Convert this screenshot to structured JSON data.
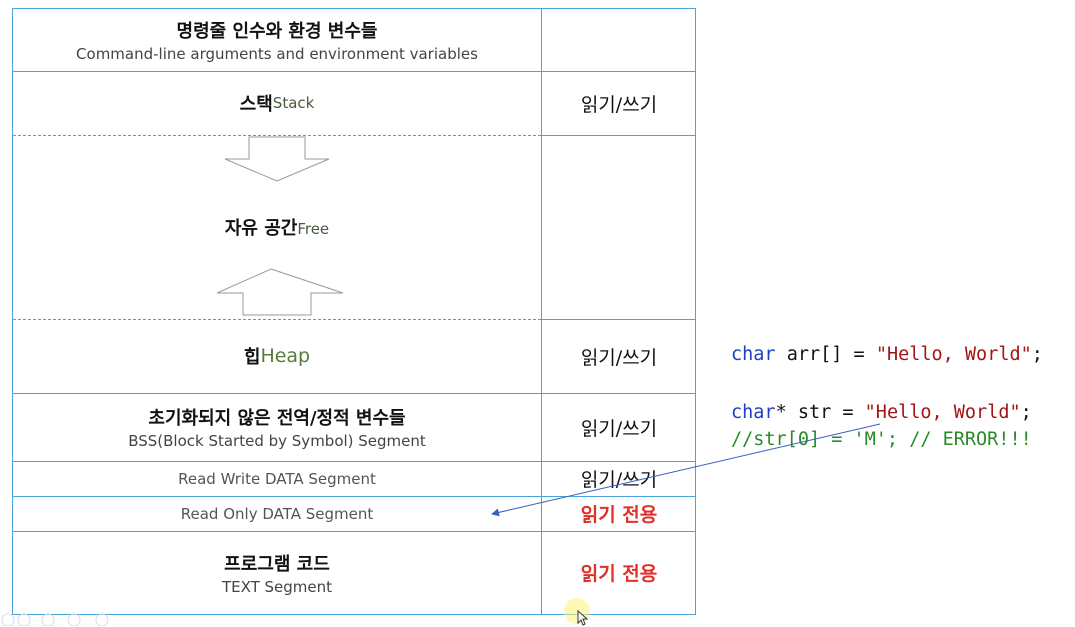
{
  "rows": {
    "cmdline": {
      "ko": "명령줄 인수와 환경 변수들",
      "en": "Command-line arguments and environment variables",
      "perm": ""
    },
    "stack": {
      "ko": "스택",
      "en": "Stack",
      "perm": "읽기/쓰기"
    },
    "free": {
      "ko": "자유 공간",
      "en": "Free",
      "perm": ""
    },
    "heap": {
      "ko": "힙",
      "en": "Heap",
      "perm": "읽기/쓰기"
    },
    "bss": {
      "ko": "초기화되지 않은 전역/정적 변수들",
      "en": "BSS(Block Started by Symbol) Segment",
      "perm": "읽기/쓰기"
    },
    "rwdata": {
      "en": "Read Write DATA Segment",
      "perm": "읽기/쓰기"
    },
    "rodata": {
      "en": "Read Only DATA Segment",
      "perm": "읽기 전용"
    },
    "text": {
      "ko": "프로그램 코드",
      "en": "TEXT Segment",
      "perm": "읽기 전용"
    }
  },
  "code": {
    "line1": {
      "kw": "char",
      "plain1": " arr[] = ",
      "str": "\"Hello, World\"",
      "plain2": ";"
    },
    "line2": {
      "kw": "char",
      "plain1": "* str = ",
      "str": "\"Hello, World\"",
      "plain2": ";"
    },
    "line3": {
      "comment": "//str[0] = 'M'; // ERROR!!!"
    }
  },
  "colors": {
    "border": "#4aa3d8",
    "readonly": "#e0302a",
    "keyword": "#1f3fbf",
    "string": "#a31515",
    "comment": "#2a8a2a"
  }
}
